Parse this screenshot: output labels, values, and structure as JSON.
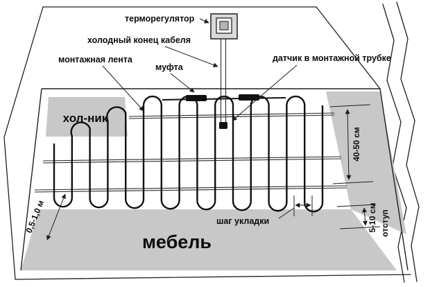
{
  "diagram": {
    "title_hint": "схема укладки тёплого пола",
    "labels": {
      "thermostat": "терморегулятор",
      "cold_end": "холодный конец кабеля",
      "mounting_tape": "монтажная лента",
      "coupling": "муфта",
      "sensor": "датчик в монтажной трубке",
      "fridge": "хол-ник",
      "furniture": "мебель",
      "laying_step": "шаг укладки",
      "dim_40_50": "40-50 см",
      "dim_5_10": "5-10 см",
      "indent": "отступ",
      "dim_05_10": "0,5-1,0 м"
    },
    "colors": {
      "background": "#ffffff",
      "line": "#1f1f1f",
      "gray_fill": "#c8c8c8",
      "thermostat_fill": "#d9d9d9",
      "thermostat_screen": "#b5b5b5"
    }
  }
}
